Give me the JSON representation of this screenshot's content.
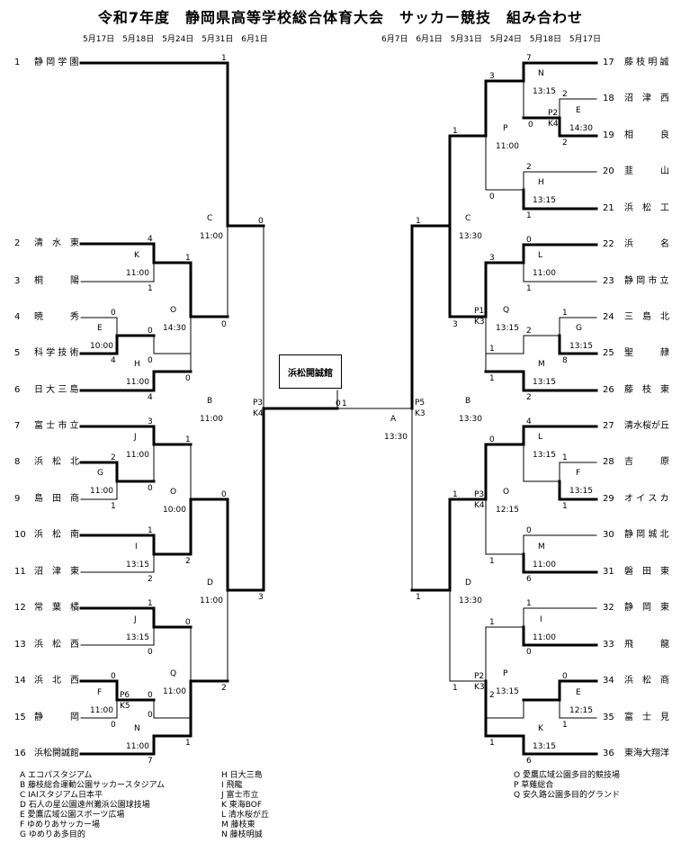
{
  "title": "令和7年度　静岡県高等学校総合体育大会　サッカー競技　組み合わせ",
  "dates_left": [
    "5月17日",
    "5月18日",
    "5月24日",
    "5月31日",
    "6月1日"
  ],
  "dates_right": [
    "6月7日",
    "6月1日",
    "5月31日",
    "5月24日",
    "5月18日",
    "5月17日"
  ],
  "final_venue": "浜松開誠館",
  "left_teams": [
    {
      "num": "1",
      "name": "静 岡 学 園"
    },
    {
      "num": "2",
      "name": "清　水　東"
    },
    {
      "num": "3",
      "name": "桐　　　陽"
    },
    {
      "num": "4",
      "name": "暁　　　秀"
    },
    {
      "num": "5",
      "name": "科 学 技 術"
    },
    {
      "num": "6",
      "name": "日 大 三 島"
    },
    {
      "num": "7",
      "name": "富 士 市 立"
    },
    {
      "num": "8",
      "name": "浜　松　北"
    },
    {
      "num": "9",
      "name": "島　田　商"
    },
    {
      "num": "10",
      "name": "浜　松　南"
    },
    {
      "num": "11",
      "name": "沼　津　東"
    },
    {
      "num": "12",
      "name": "常　葉　橘"
    },
    {
      "num": "13",
      "name": "浜　松　西"
    },
    {
      "num": "14",
      "name": "浜　北　西"
    },
    {
      "num": "15",
      "name": "静　　　岡"
    },
    {
      "num": "16",
      "name": "浜松開誠館"
    }
  ],
  "right_teams": [
    {
      "num": "17",
      "name": "藤 枝 明 誠"
    },
    {
      "num": "18",
      "name": "沼　津　西"
    },
    {
      "num": "19",
      "name": "相　　　良"
    },
    {
      "num": "20",
      "name": "韮　　　山"
    },
    {
      "num": "21",
      "name": "浜　松　工"
    },
    {
      "num": "22",
      "name": "浜　　　名"
    },
    {
      "num": "23",
      "name": "静 岡 市 立"
    },
    {
      "num": "24",
      "name": "三　島　北"
    },
    {
      "num": "25",
      "name": "聖　　　隷"
    },
    {
      "num": "26",
      "name": "藤　枝　東"
    },
    {
      "num": "27",
      "name": "清水桜が丘"
    },
    {
      "num": "28",
      "name": "吉　　　原"
    },
    {
      "num": "29",
      "name": "オ イ ス カ"
    },
    {
      "num": "30",
      "name": "静 岡 城 北"
    },
    {
      "num": "31",
      "name": "磐　田　東"
    },
    {
      "num": "32",
      "name": "静　岡　東"
    },
    {
      "num": "33",
      "name": "飛　　　龍"
    },
    {
      "num": "34",
      "name": "浜　松　商"
    },
    {
      "num": "35",
      "name": "富　士　見"
    },
    {
      "num": "36",
      "name": "東海大翔洋"
    }
  ],
  "match_labels": [
    {
      "text": "C"
    },
    {
      "text": "11:00"
    },
    {
      "text": "K"
    },
    {
      "text": "11:00"
    },
    {
      "text": "O"
    },
    {
      "text": "14:30"
    },
    {
      "text": "E"
    },
    {
      "text": "10:00"
    },
    {
      "text": "H"
    },
    {
      "text": "11:00"
    },
    {
      "text": "B"
    },
    {
      "text": "11:00"
    },
    {
      "text": "P3"
    },
    {
      "text": "K4"
    },
    {
      "text": "J"
    },
    {
      "text": "11:00"
    },
    {
      "text": "G"
    },
    {
      "text": "11:00"
    },
    {
      "text": "O"
    },
    {
      "text": "10:00"
    },
    {
      "text": "I"
    },
    {
      "text": "13:15"
    },
    {
      "text": "D"
    },
    {
      "text": "11:00"
    },
    {
      "text": "J"
    },
    {
      "text": "13:15"
    },
    {
      "text": "Q"
    },
    {
      "text": "11:00"
    },
    {
      "text": "F"
    },
    {
      "text": "11:00"
    },
    {
      "text": "P6"
    },
    {
      "text": "K5"
    },
    {
      "text": "N"
    },
    {
      "text": "11:00"
    },
    {
      "text": "A"
    },
    {
      "text": "13:30"
    },
    {
      "text": "P5"
    },
    {
      "text": "K3"
    },
    {
      "text": "N"
    },
    {
      "text": "13:15"
    },
    {
      "text": "E"
    },
    {
      "text": "14:30"
    },
    {
      "text": "P2"
    },
    {
      "text": "K4"
    },
    {
      "text": "P"
    },
    {
      "text": "11:00"
    },
    {
      "text": "H"
    },
    {
      "text": "13:15"
    },
    {
      "text": "C"
    },
    {
      "text": "13:30"
    },
    {
      "text": "L"
    },
    {
      "text": "11:00"
    },
    {
      "text": "P1"
    },
    {
      "text": "K3"
    },
    {
      "text": "Q"
    },
    {
      "text": "13:15"
    },
    {
      "text": "G"
    },
    {
      "text": "13:15"
    },
    {
      "text": "M"
    },
    {
      "text": "13:15"
    },
    {
      "text": "B"
    },
    {
      "text": "13:30"
    },
    {
      "text": "L"
    },
    {
      "text": "13:15"
    },
    {
      "text": "F"
    },
    {
      "text": "13:15"
    },
    {
      "text": "P3"
    },
    {
      "text": "K4"
    },
    {
      "text": "O"
    },
    {
      "text": "12:15"
    },
    {
      "text": "M"
    },
    {
      "text": "11:00"
    },
    {
      "text": "D"
    },
    {
      "text": "13:30"
    },
    {
      "text": "I"
    },
    {
      "text": "11:00"
    },
    {
      "text": "P2"
    },
    {
      "text": "K3"
    },
    {
      "text": "P"
    },
    {
      "text": "13:15"
    },
    {
      "text": "E"
    },
    {
      "text": "12:15"
    },
    {
      "text": "K"
    },
    {
      "text": "13:15"
    }
  ],
  "scores": [
    "1",
    "0",
    "0",
    "4",
    "1",
    "1",
    "0",
    "0",
    "0",
    "4",
    "0",
    "0",
    "4",
    "3",
    "1",
    "2",
    "0",
    "1",
    "0",
    "1",
    "3",
    "2",
    "2",
    "0",
    "0",
    "1",
    "0",
    "0",
    "2",
    "0",
    "0",
    "0",
    "1",
    "0",
    "7",
    "1",
    "1",
    "0",
    "7",
    "3",
    "2",
    "0",
    "1",
    "2",
    "2",
    "0",
    "1",
    "1",
    "0",
    "3",
    "1",
    "3",
    "1",
    "2",
    "1",
    "8",
    "1",
    "2",
    "4",
    "0",
    "1",
    "1",
    "1",
    "0",
    "1",
    "1",
    "6",
    "1",
    "1",
    "1",
    "0",
    "0",
    "2",
    "1",
    "6",
    "1"
  ],
  "legend_left": [
    "A  エコパスタジアム",
    "B  藤枝総合運動公園サッカースタジアム",
    "C  IAIスタジアム日本平",
    "D  石人の星公園遠州灘浜公園球技場",
    "E  愛鷹広域公園スポーツ広場",
    "F  ゆめりあサッカー場",
    "G  ゆめりあ多目的"
  ],
  "legend_mid": [
    "H  日大三島",
    "I  飛龍",
    "J  富士市立",
    "K  東海BOF",
    "L  清水桜が丘",
    "M  藤枝東",
    "N  藤枝明誠"
  ],
  "legend_right": [
    "O  愛鷹広域公園多目的競技場",
    "P  草薙総合",
    "Q  安久路公園多目的グランド"
  ]
}
